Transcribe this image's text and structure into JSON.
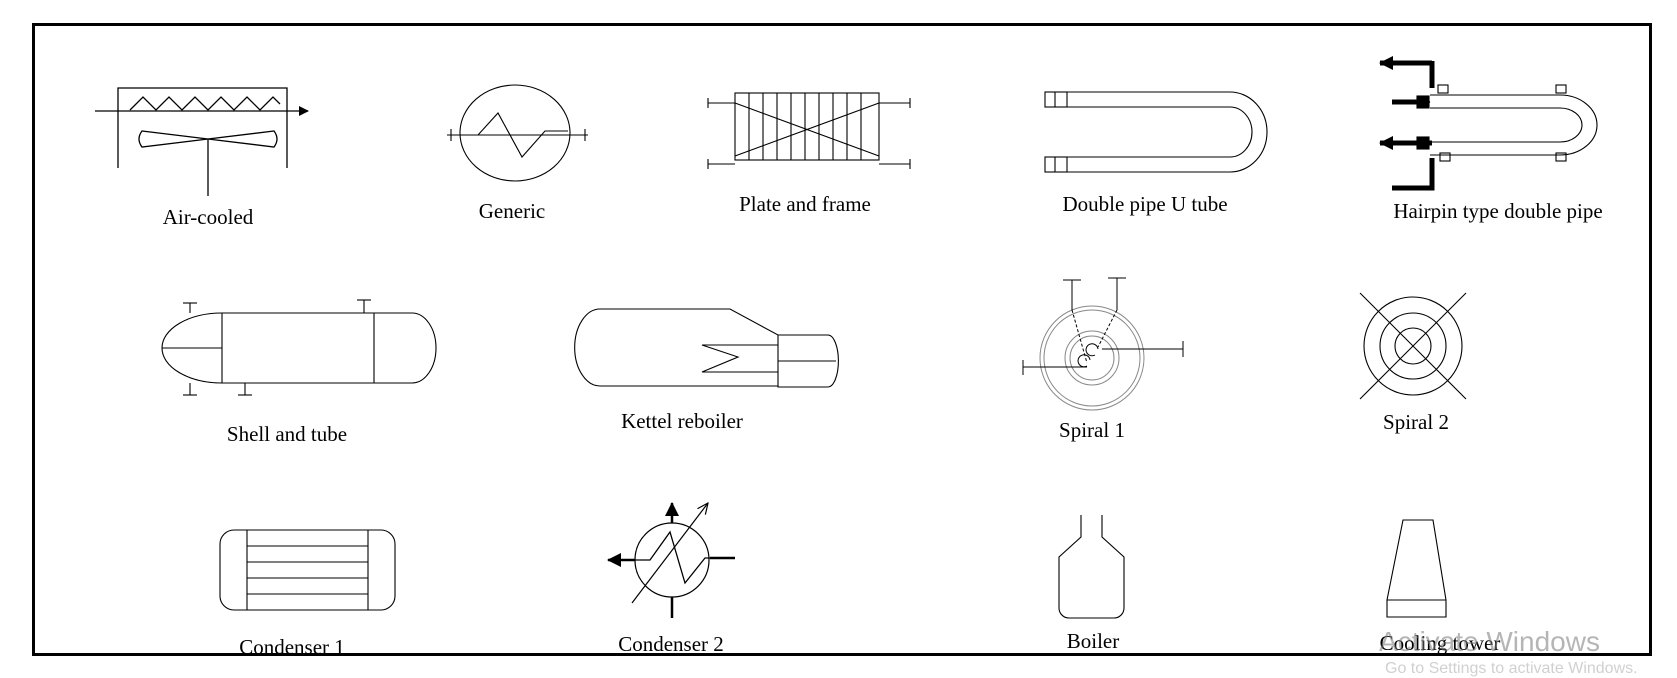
{
  "symbols": [
    {
      "id": "air_cooled",
      "label": "Air-cooled"
    },
    {
      "id": "generic",
      "label": "Generic"
    },
    {
      "id": "plate_and_frame",
      "label": "Plate and frame"
    },
    {
      "id": "double_pipe_u_tube",
      "label": "Double pipe U tube"
    },
    {
      "id": "hairpin_double_pipe",
      "label": "Hairpin type double pipe"
    },
    {
      "id": "shell_and_tube",
      "label": "Shell and tube"
    },
    {
      "id": "kettle_reboiler",
      "label": "Kettel reboiler"
    },
    {
      "id": "spiral_1",
      "label": "Spiral 1"
    },
    {
      "id": "spiral_2",
      "label": "Spiral 2"
    },
    {
      "id": "condenser_1",
      "label": "Condenser 1"
    },
    {
      "id": "condenser_2",
      "label": "Condenser 2"
    },
    {
      "id": "boiler",
      "label": "Boiler"
    },
    {
      "id": "cooling_tower",
      "label": "Cooling tower"
    }
  ],
  "watermark": {
    "title": "Activate Windows",
    "subtitle": "Go to Settings to activate Windows."
  }
}
